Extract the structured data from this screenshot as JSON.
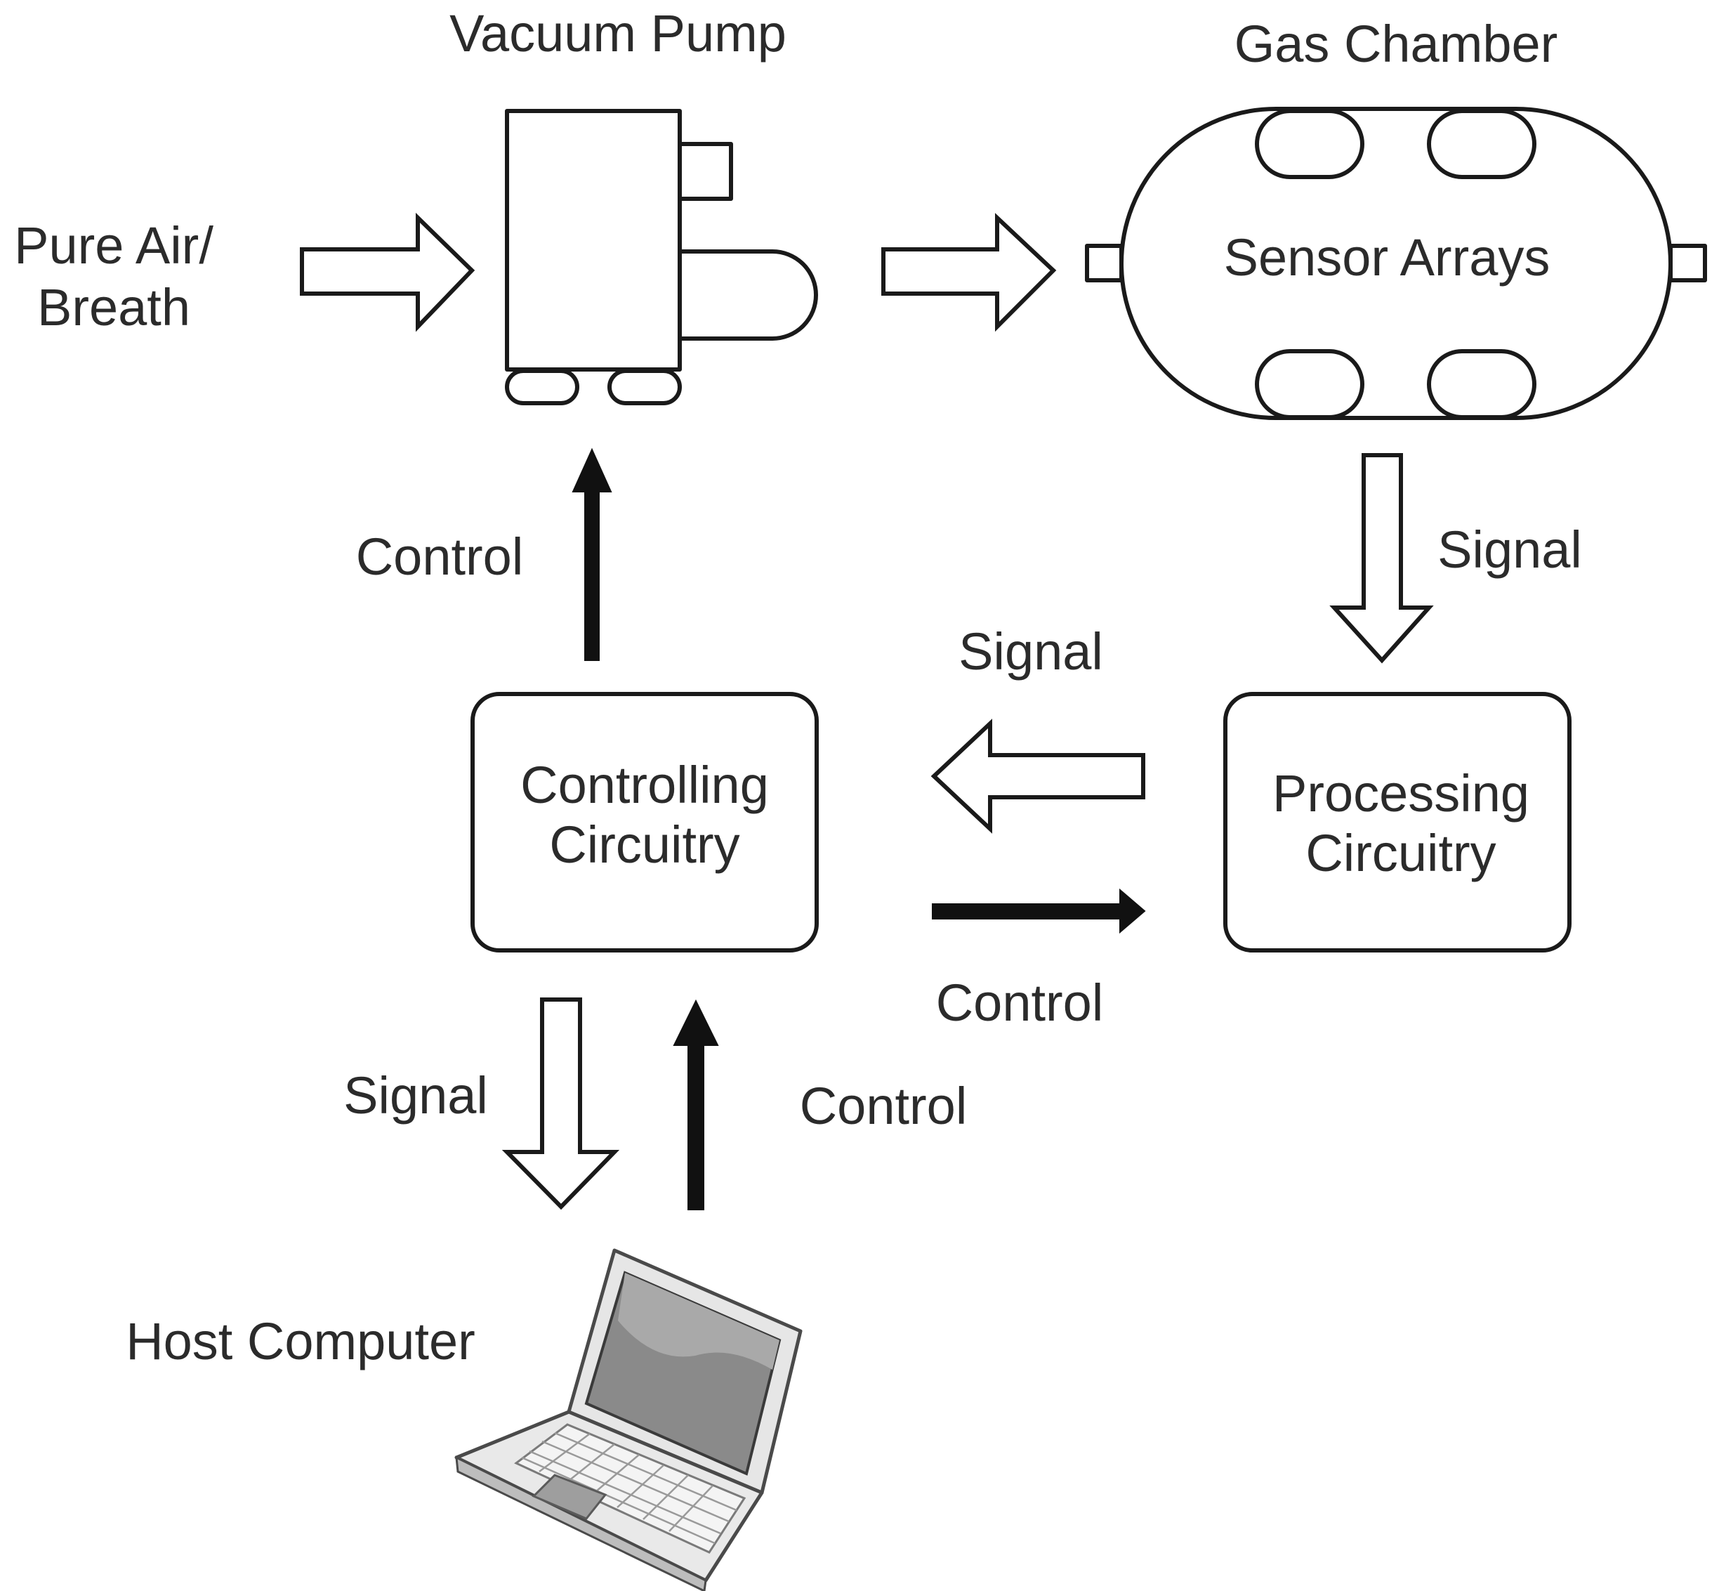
{
  "labels": {
    "vacuum_pump": "Vacuum Pump",
    "gas_chamber": "Gas Chamber",
    "input_line1": "Pure Air/",
    "input_line2": "Breath",
    "sensor_arrays": "Sensor Arrays",
    "control_to_pump": "Control",
    "signal_from_chamber": "Signal",
    "signal_to_controller": "Signal",
    "controlling_line1": "Controlling",
    "controlling_line2": "Circuitry",
    "processing_line1": "Processing",
    "processing_line2": "Circuitry",
    "control_to_processing": "Control",
    "signal_to_host": "Signal",
    "control_from_host": "Control",
    "host_computer": "Host Computer"
  },
  "icons": {
    "host": "laptop-icon"
  },
  "colors": {
    "line": "#1a1a1a",
    "text": "#2b2b2b",
    "laptop_body": "#e6e6e6",
    "laptop_screen": "#8a8a8a"
  }
}
